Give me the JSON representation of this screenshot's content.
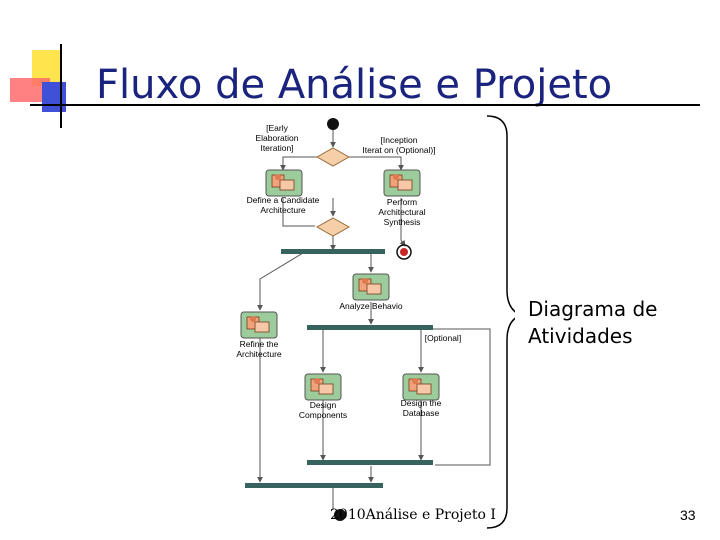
{
  "slide": {
    "title": "Fluxo de Análise e Projeto",
    "caption_line1": "Diagrama de",
    "caption_line2": "Atividades",
    "footer": "2010Análise e Projeto I",
    "page_number": "33"
  },
  "diagram": {
    "guards": {
      "early_l1": "[Early",
      "early_l2": "Elaboration",
      "early_l3": "Iteration]",
      "inception_l1": "[Inception",
      "inception_l2": "Iterat on (Optional)]",
      "optional": "[Optional]"
    },
    "activities": {
      "define_l1": "Define a Candidate",
      "define_l2": "Architecture",
      "perform_l1": "Perform",
      "perform_l2": "Architectural",
      "perform_l3": "Synthesis",
      "analyze_l1": "Analyze Behavio",
      "refine_l1": "Refine the",
      "refine_l2": "Architecture",
      "components_l1": "Design",
      "components_l2": "Components",
      "database_l1": "Design the",
      "database_l2": "Database"
    },
    "icon_name": "activity-icon"
  },
  "colors": {
    "title": "#1a237e",
    "bar": "#37635f",
    "decision": "#f4cfa8",
    "icon_bg": "#9ccc9c"
  }
}
